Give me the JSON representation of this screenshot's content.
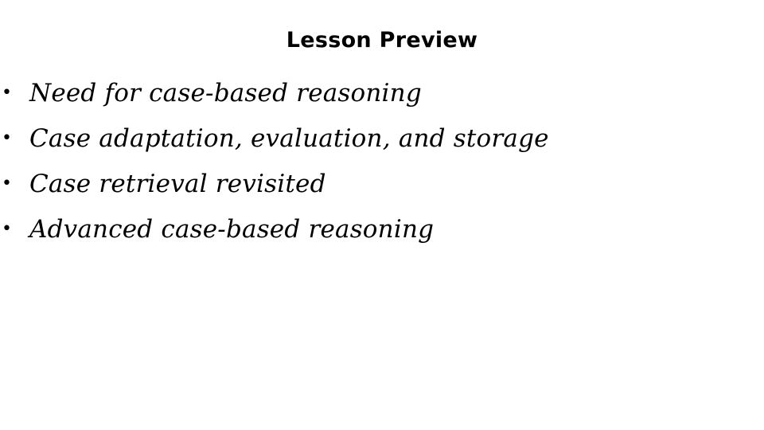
{
  "slide": {
    "title": "Lesson Preview",
    "bullet_glyph": "•",
    "bullets": [
      "Need for case-based reasoning",
      "Case adaptation, evaluation, and storage",
      "Case retrieval revisited",
      "Advanced case-based reasoning"
    ]
  }
}
